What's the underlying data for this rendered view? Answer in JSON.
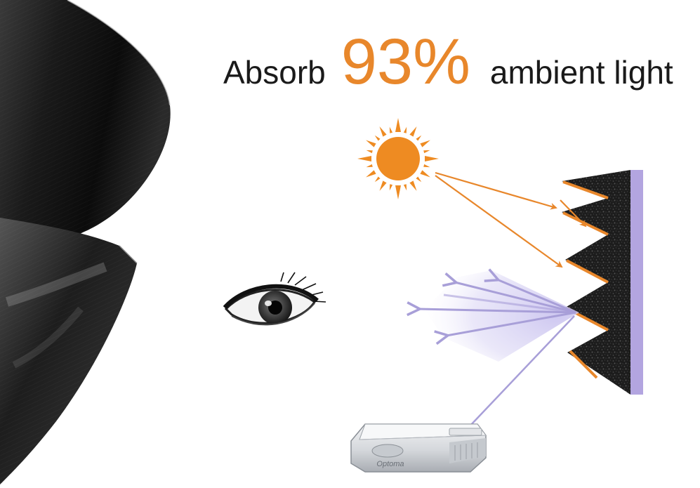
{
  "headline": {
    "prefix": "Absorb",
    "percentage": "93%",
    "suffix": "ambient light"
  },
  "projector": {
    "brand_label": "Optoma"
  },
  "colors": {
    "accent_orange": "#e8872b",
    "reflection_lavender": "#a89fd8",
    "screen_backing": "#b3a5e0",
    "film_dark": "#151515"
  },
  "icons": [
    "sun-icon",
    "eye-icon",
    "projector-icon",
    "screen-film-roll"
  ]
}
